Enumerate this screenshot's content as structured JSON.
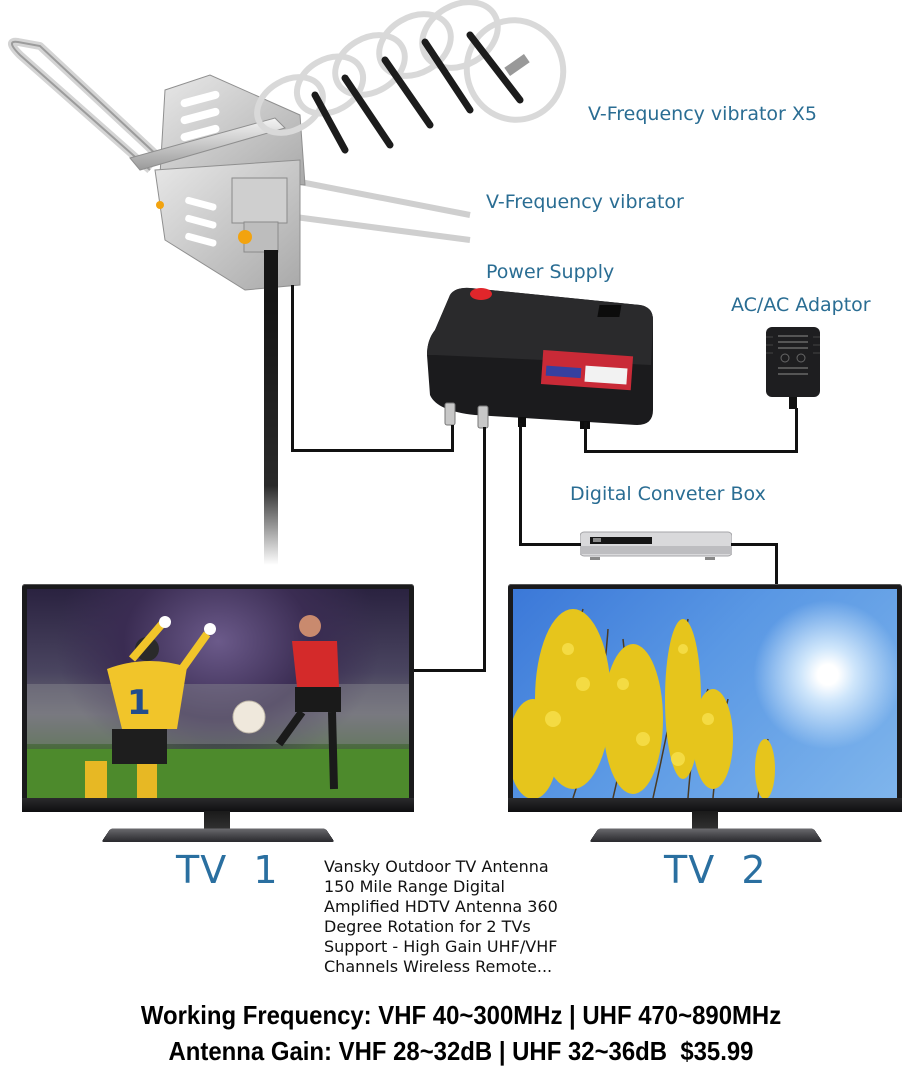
{
  "labels": {
    "vibrator_x5": "V-Frequency vibrator X5",
    "vibrator": "V-Frequency vibrator",
    "power_supply": "Power Supply",
    "ac_adaptor": "AC/AC Adaptor",
    "converter_box": "Digital Conveter Box",
    "tv1": "TV  1",
    "tv2": "TV  2"
  },
  "product": {
    "description_lines": [
      "Vansky Outdoor TV Antenna",
      "150 Mile Range Digital",
      "Amplified HDTV Antenna 360",
      "Degree Rotation for 2 TVs",
      "Support - High Gain UHF/VHF",
      "Channels Wireless Remote..."
    ],
    "working_frequency": "Working Frequency: VHF 40~300MHz | UHF 470~890MHz",
    "antenna_gain": "Antenna Gain: VHF 28~32dB | UHF 32~36dB  $35.99",
    "price": "$35.99"
  },
  "colors": {
    "label_blue": "#2a6d93",
    "tv_label_blue": "#2a6fa0",
    "wire": "#111111",
    "power_button_red": "#e0262b"
  }
}
